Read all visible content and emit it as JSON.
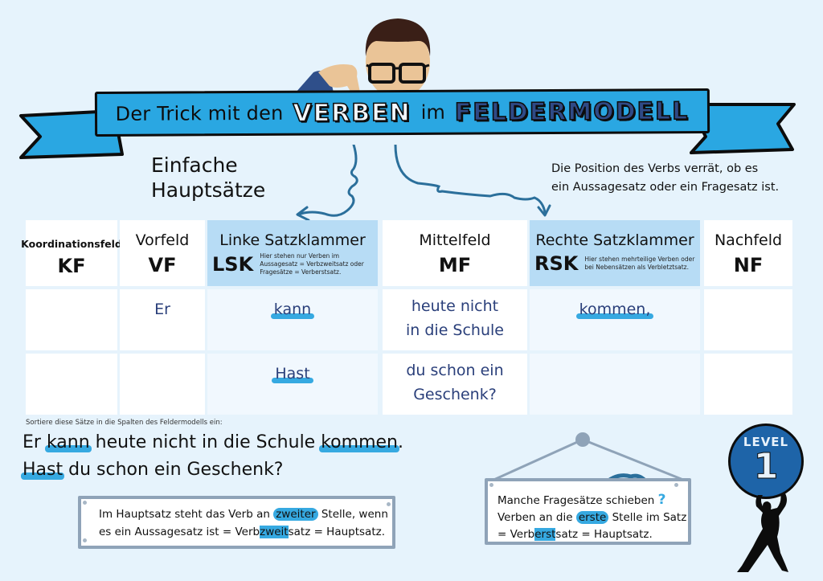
{
  "banner": {
    "prefix": "Der Trick mit den",
    "highlight1": "VERBEN",
    "middle": "im",
    "highlight2": "FELDERMODELL"
  },
  "subtitle": {
    "line1": "Einfache",
    "line2": "Hauptsätze"
  },
  "hint": {
    "line1": "Die Position des Verbs verrät, ob es",
    "line2": "ein Aussagesatz oder ein Fragesatz ist."
  },
  "table": {
    "columns": [
      {
        "title": "Koordinationsfeld",
        "abbr": "KF"
      },
      {
        "title": "Vorfeld",
        "abbr": "VF"
      },
      {
        "title": "Linke Satzklammer",
        "abbr": "LSK",
        "note": "Hier stehen nur Verben im Aussagesatz = Verbzweitsatz oder Fragesätze = Verberstsatz."
      },
      {
        "title": "Mittelfeld",
        "abbr": "MF"
      },
      {
        "title": "Rechte Satzklammer",
        "abbr": "RSK",
        "note": "Hier stehen mehrteilige Verben oder bei Nebensätzen als Verbletztsatz."
      },
      {
        "title": "Nachfeld",
        "abbr": "NF"
      }
    ],
    "rows": [
      {
        "kf": "",
        "vf": "Er",
        "lsk": "kann",
        "mf_line1": "heute nicht",
        "mf_line2": "in die Schule",
        "rsk": "kommen,",
        "nf": ""
      },
      {
        "kf": "",
        "vf": "",
        "lsk": "Hast",
        "mf_line1": "du schon ein",
        "mf_line2": "Geschenk?",
        "rsk": "",
        "nf": ""
      }
    ]
  },
  "instruction": "Sortiere diese Sätze in die Spalten des Feldermodells ein:",
  "sentences": {
    "s1": {
      "part1": "Er ",
      "verb1": "kann",
      "part2": " heute nicht in die Schule ",
      "verb2": "kommen",
      "end": "."
    },
    "s2": {
      "verb1": "Hast",
      "part1": " du schon ein Geschenk?"
    }
  },
  "note_main": {
    "l1_a": "Im Hauptsatz steht das Verb an ",
    "l1_hl": "zweiter",
    "l1_b": " Stelle, wenn",
    "l2_a": "es ein Aussagesatz ist = Verb",
    "l2_hl": "zweit",
    "l2_b": "satz = Hauptsatz."
  },
  "note_question": {
    "l1": "Manche Fragesätze schieben",
    "l1_mark": "?",
    "l2_a": "Verben an die ",
    "l2_hl": "erste",
    "l2_b": " Stelle im Satz",
    "l3_a": "= Verb",
    "l3_hl": "erst",
    "l3_b": "satz = Hauptsatz."
  },
  "level": {
    "word": "LEVEL",
    "number": "1"
  },
  "colors": {
    "background": "#e6f3fc",
    "banner": "#2aa7e2",
    "highlight": "#36a9e1",
    "clamp_header": "#b7dcf5",
    "handwriting": "#2a3f7a",
    "level_badge": "#1e64a8",
    "note_frame": "#8fa3b8"
  }
}
